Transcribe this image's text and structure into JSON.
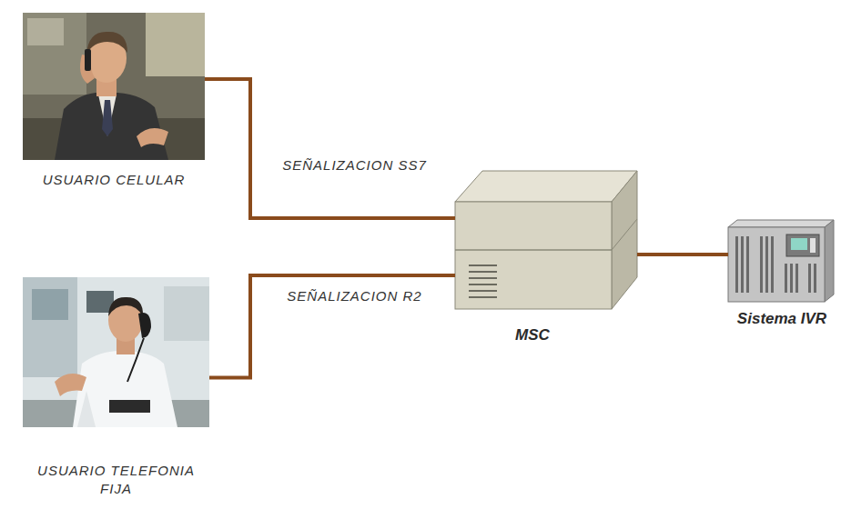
{
  "diagram": {
    "nodes": [
      {
        "text": [
          "USUARIO CELULAR"
        ]
      },
      {
        "text": [
          "USUARIO TELEFONIA FIJA"
        ]
      },
      {
        "text": [
          "MSC"
        ]
      },
      {
        "text": [
          "Sistema IVR"
        ]
      }
    ],
    "edges": [
      {
        "from": 0,
        "to": 2,
        "label": "SEÑALIZACION SS7",
        "arrow": "none"
      },
      {
        "from": 1,
        "to": 2,
        "label": "SEÑALIZACION R2",
        "arrow": "none"
      },
      {
        "from": 2,
        "to": 3,
        "arrow": "none"
      }
    ]
  }
}
